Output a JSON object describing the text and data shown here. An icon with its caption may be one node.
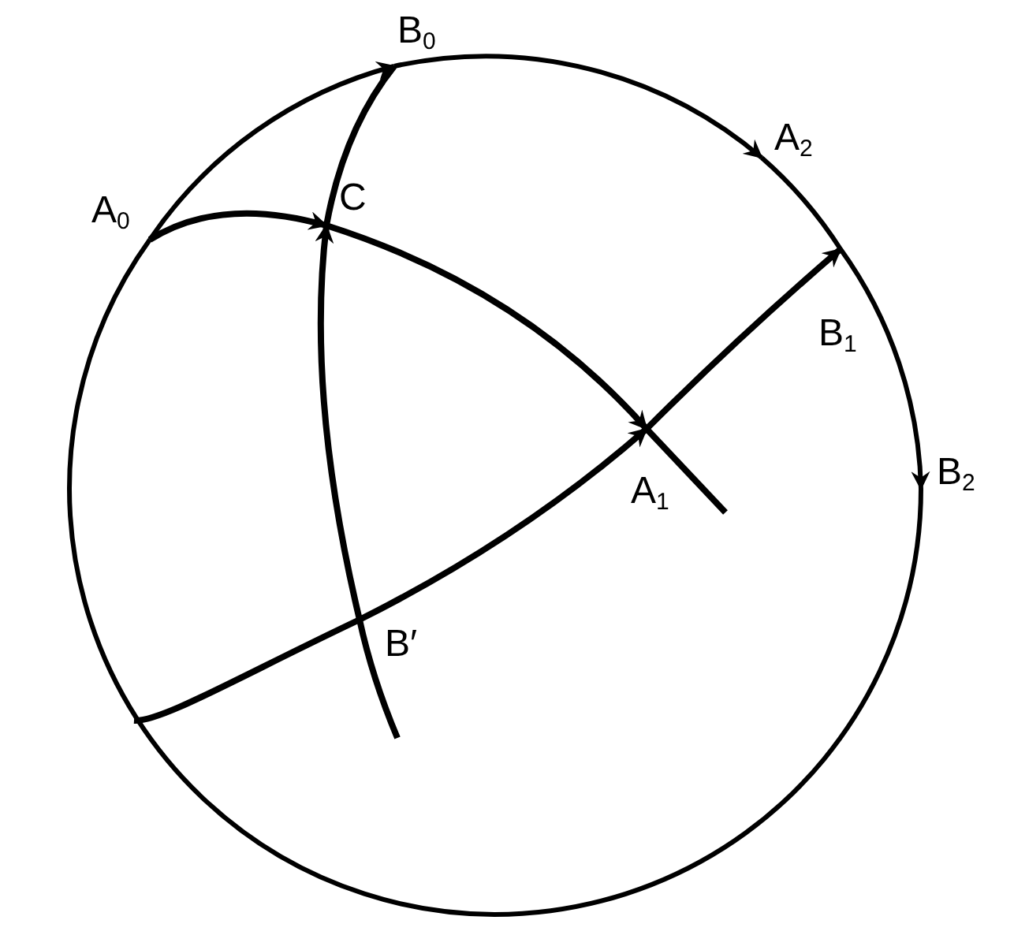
{
  "diagram": {
    "nodes": [
      {
        "text": [
          "B$_{0}$"
        ]
      },
      {
        "text": [
          "A$_{0}$"
        ]
      },
      {
        "text": [
          "C"
        ]
      },
      {
        "text": [
          "A$_{2}$"
        ]
      },
      {
        "text": [
          "B$_{1}$"
        ]
      },
      {
        "text": [
          "A$_{1}$"
        ]
      },
      {
        "text": [
          "B$_{2}$"
        ]
      },
      {
        "text": [
          "B′"
        ]
      }
    ],
    "edges": [
      {
        "from": 1,
        "to": 0,
        "arrow": "to"
      },
      {
        "from": 0,
        "to": 3,
        "arrow": "to"
      },
      {
        "from": 3,
        "to": 4,
        "arrow": "none"
      },
      {
        "from": 4,
        "to": 6,
        "arrow": "to"
      },
      {
        "from": 1,
        "to": 2,
        "arrow": "to"
      },
      {
        "from": 2,
        "to": 5,
        "arrow": "to"
      },
      {
        "from": 5,
        "to": null,
        "arrow": "none"
      },
      {
        "from": null,
        "to": 7,
        "arrow": "none"
      },
      {
        "from": 7,
        "to": 5,
        "arrow": "to"
      },
      {
        "from": 5,
        "to": 4,
        "arrow": "to"
      },
      {
        "from": null,
        "to": 7,
        "arrow": "none"
      },
      {
        "from": 7,
        "to": 2,
        "arrow": "to"
      },
      {
        "from": 2,
        "to": 0,
        "arrow": "none"
      }
    ]
  }
}
